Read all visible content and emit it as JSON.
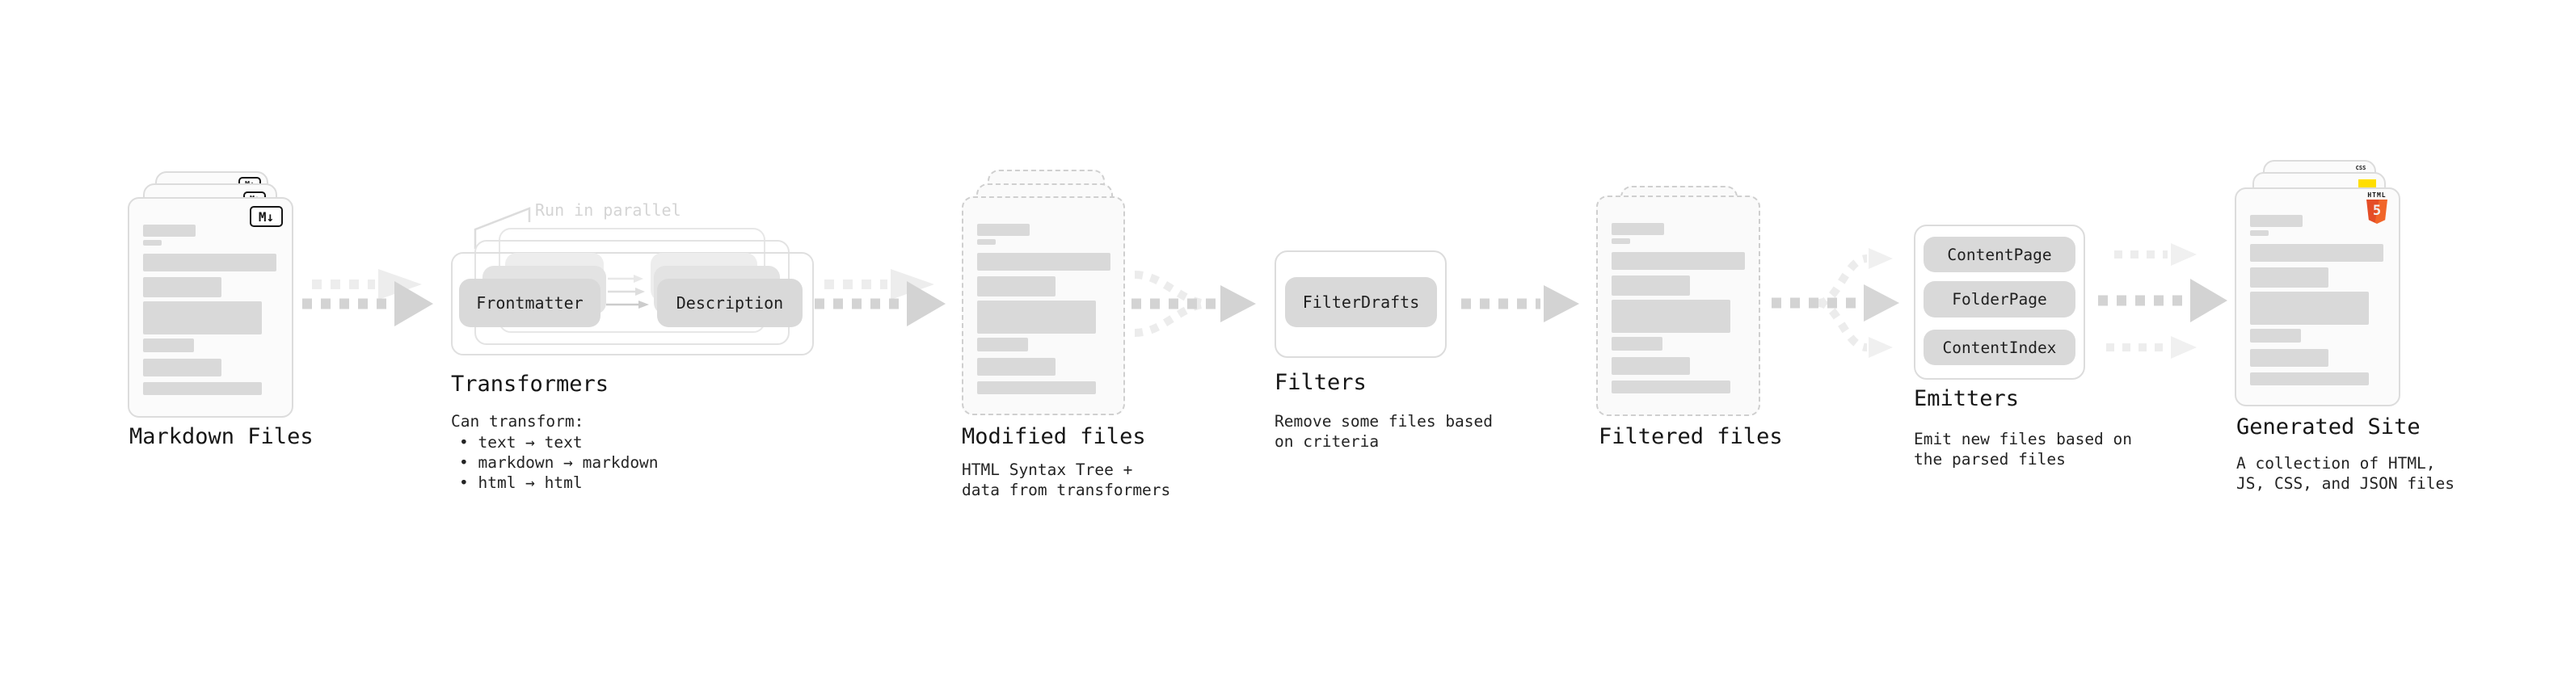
{
  "colors": {
    "pill_bg": "#d9d9d9",
    "skeleton_bar": "#d9d9d9",
    "arrow_gray": "#d3d3d3",
    "arrow_faint": "#ededed",
    "annotation_gray": "#d4d4d4",
    "card_border": "#dcdcdc",
    "dashed_border": "#cfcfcf",
    "css_blue": "#2563eb",
    "js_yellow": "#ffde00",
    "html5_orange_dark": "#e44d26",
    "html5_orange_light": "#f16529"
  },
  "stages": {
    "markdown_files": {
      "title": "Markdown Files",
      "file_icon": "M↓"
    },
    "transformers": {
      "annotation": "Run in parallel",
      "pill_left": "Frontmatter",
      "pill_right": "Description",
      "title": "Transformers",
      "desc_heading": "Can transform:",
      "bullets": [
        "• text → text",
        "• markdown → markdown",
        "• html → html"
      ]
    },
    "modified_files": {
      "title": "Modified files",
      "desc_lines": [
        "HTML Syntax Tree +",
        "data from transformers"
      ]
    },
    "filters": {
      "pill": "FilterDrafts",
      "title": "Filters",
      "desc_lines": [
        "Remove some files based",
        "on criteria"
      ]
    },
    "filtered_files": {
      "title": "Filtered files"
    },
    "emitters": {
      "pills": [
        "ContentPage",
        "FolderPage",
        "ContentIndex"
      ],
      "title": "Emitters",
      "desc_lines": [
        "Emit new files based on",
        "the parsed files"
      ]
    },
    "generated_site": {
      "title": "Generated Site",
      "desc_lines": [
        "A collection of HTML,",
        "JS, CSS, and JSON files"
      ],
      "css_icon": "CSS",
      "html_icon_label": "HTML",
      "html_icon_number": "5"
    }
  }
}
